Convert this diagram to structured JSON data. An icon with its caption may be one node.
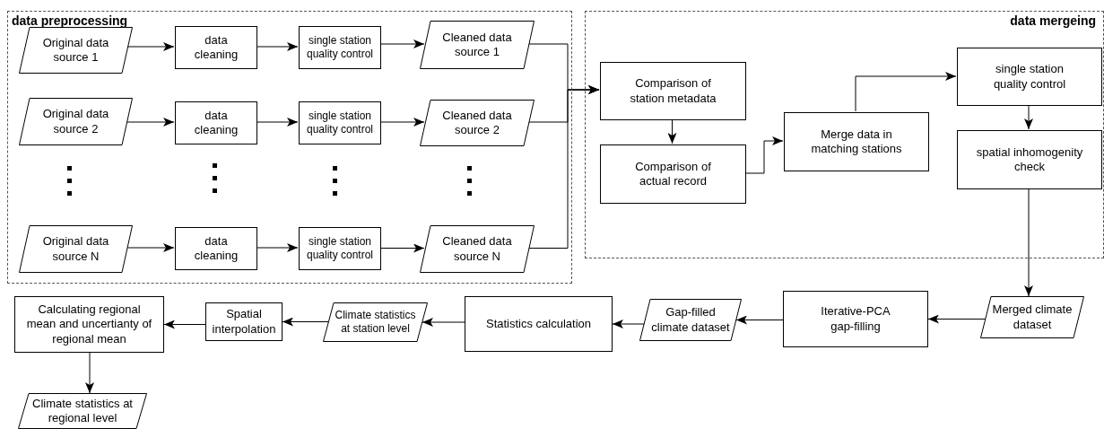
{
  "diagram": {
    "nodes": [
      {
        "text": [
          "data preprocessing"
        ]
      },
      {
        "text": [
          "Original data source 1"
        ],
        "in": 0
      },
      {
        "text": [
          "data cleaning"
        ],
        "in": 0
      },
      {
        "text": [
          "single station quality control"
        ],
        "in": 0
      },
      {
        "text": [
          "Cleaned data source 1"
        ],
        "in": 0
      },
      {
        "text": [
          "Original data source 2"
        ],
        "in": 0
      },
      {
        "text": [
          "data cleaning"
        ],
        "in": 0
      },
      {
        "text": [
          "single station quality control"
        ],
        "in": 0
      },
      {
        "text": [
          "Cleaned data source 2"
        ],
        "in": 0
      },
      {
        "text": [
          "Original data source N"
        ],
        "in": 0
      },
      {
        "text": [
          "data cleaning"
        ],
        "in": 0
      },
      {
        "text": [
          "single station quality control"
        ],
        "in": 0
      },
      {
        "text": [
          "Cleaned data source N"
        ],
        "in": 0
      },
      {
        "text": [
          "data mergeing"
        ]
      },
      {
        "text": [
          "Comparison of station metadata"
        ],
        "in": 13
      },
      {
        "text": [
          "Comparison of actual record"
        ],
        "in": 13
      },
      {
        "text": [
          "Merge data in matching stations"
        ],
        "in": 13
      },
      {
        "text": [
          "single station quality control"
        ],
        "in": 13
      },
      {
        "text": [
          "spatial inhomogenity check"
        ],
        "in": 13
      },
      {
        "text": [
          "Merged climate dataset"
        ]
      },
      {
        "text": [
          "Iterative-PCA gap-filling"
        ]
      },
      {
        "text": [
          "Gap-filled climate dataset"
        ]
      },
      {
        "text": [
          "Statistics calculation"
        ]
      },
      {
        "text": [
          "Climate statistics at station level"
        ]
      },
      {
        "text": [
          "Spatial interpolation"
        ]
      },
      {
        "text": [
          "Calculating regional mean and uncertianty of regional mean"
        ]
      },
      {
        "text": [
          "Climate statistics at regional level"
        ]
      }
    ],
    "edges": [
      {
        "from": 1,
        "to": 2,
        "arrow": "to"
      },
      {
        "from": 2,
        "to": 3,
        "arrow": "to"
      },
      {
        "from": 3,
        "to": 4,
        "arrow": "to"
      },
      {
        "from": 5,
        "to": 6,
        "arrow": "to"
      },
      {
        "from": 6,
        "to": 7,
        "arrow": "to"
      },
      {
        "from": 7,
        "to": 8,
        "arrow": "to"
      },
      {
        "from": 9,
        "to": 10,
        "arrow": "to"
      },
      {
        "from": 10,
        "to": 11,
        "arrow": "to"
      },
      {
        "from": 11,
        "to": 12,
        "arrow": "to"
      },
      {
        "from": 4,
        "to": 14,
        "arrow": "to"
      },
      {
        "from": 8,
        "to": 14,
        "arrow": "to"
      },
      {
        "from": 12,
        "to": 14,
        "arrow": "to"
      },
      {
        "from": 14,
        "to": 15,
        "arrow": "to"
      },
      {
        "from": 15,
        "to": 16,
        "arrow": "to"
      },
      {
        "from": 16,
        "to": 17,
        "arrow": "to"
      },
      {
        "from": 17,
        "to": 18,
        "arrow": "to"
      },
      {
        "from": 18,
        "to": 19,
        "arrow": "to"
      },
      {
        "from": 19,
        "to": 20,
        "arrow": "to"
      },
      {
        "from": 20,
        "to": 21,
        "arrow": "to"
      },
      {
        "from": 21,
        "to": 22,
        "arrow": "to"
      },
      {
        "from": 22,
        "to": 23,
        "arrow": "to"
      },
      {
        "from": 23,
        "to": 24,
        "arrow": "to"
      },
      {
        "from": 24,
        "to": 25,
        "arrow": "to"
      },
      {
        "from": 25,
        "to": 26,
        "arrow": "to"
      }
    ]
  }
}
